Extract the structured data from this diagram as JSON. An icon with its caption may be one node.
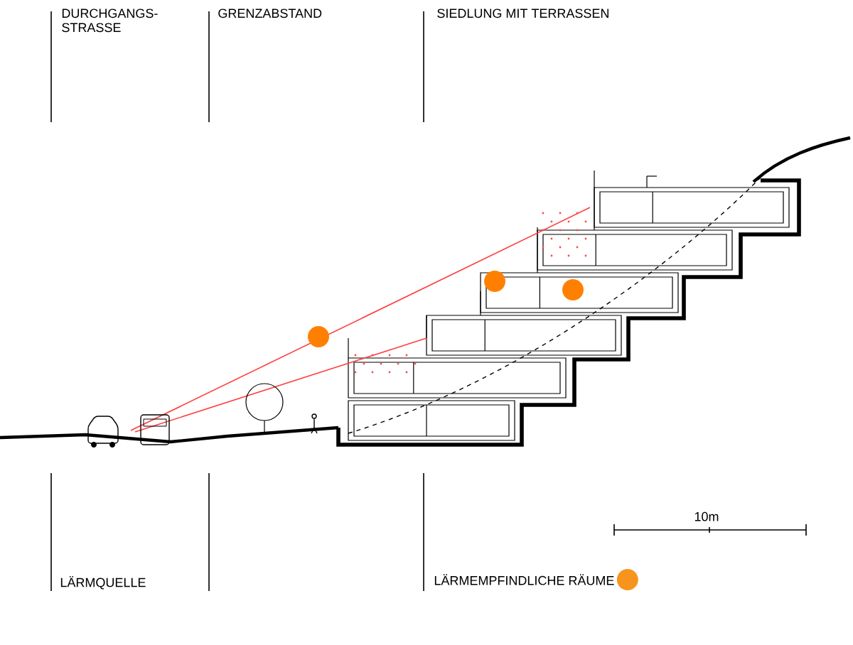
{
  "diagram": {
    "labels": [
      "DURCHGANGS-STRASSE",
      "GRENZABSTAND",
      "SIEDLUNG MIT TERRASSEN",
      "10m",
      "LÄRMQUELLE"
    ],
    "legend": [
      {
        "text": "LÄRMEMPFINDLICHE RÄUME",
        "color": "#f7941d"
      }
    ]
  }
}
